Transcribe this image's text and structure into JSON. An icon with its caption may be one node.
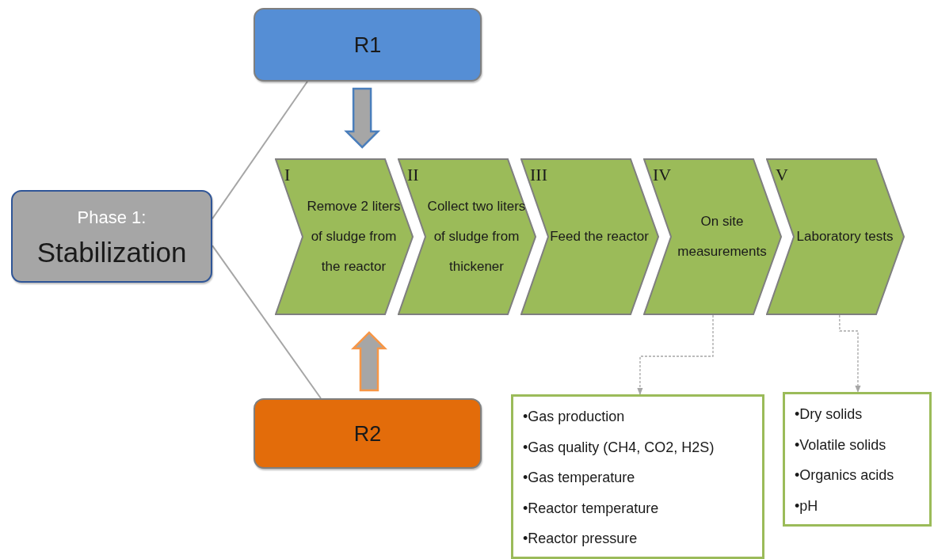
{
  "diagram": {
    "nodes": [
      {
        "text": [
          "Phase 1:",
          "Stabilization"
        ]
      },
      {
        "text": [
          "R1"
        ]
      },
      {
        "text": [
          "R2"
        ]
      },
      {
        "text": [
          "I",
          "Remove 2 liters of sludge from the reactor"
        ]
      },
      {
        "text": [
          "II",
          "Collect two liters of sludge from thickener"
        ]
      },
      {
        "text": [
          "III",
          "Feed the reactor"
        ]
      },
      {
        "text": [
          "IV",
          "On site measurements"
        ]
      },
      {
        "text": [
          "V",
          "Laboratory tests"
        ]
      },
      {
        "text": [
          "•Gas production",
          "•Gas quality (CH4, CO2, H2S)",
          "•Gas temperature",
          "•Reactor temperature",
          "•Reactor pressure"
        ]
      },
      {
        "text": [
          "•Dry solids",
          "•Volatile solids",
          "•Organics acids",
          "•pH"
        ]
      }
    ],
    "edges": [
      {
        "from": 0,
        "to": 1,
        "arrow": "none"
      },
      {
        "from": 0,
        "to": 2,
        "arrow": "none"
      },
      {
        "from": 1,
        "to": 3,
        "arrow": "to",
        "style": "thick",
        "color": "#4a7ebb"
      },
      {
        "from": 2,
        "to": 3,
        "arrow": "to",
        "style": "thick",
        "color": "#f79646"
      },
      {
        "from": 6,
        "to": 8,
        "arrow": "to",
        "style": "dashed"
      },
      {
        "from": 7,
        "to": 9,
        "arrow": "to",
        "style": "dashed"
      }
    ]
  }
}
